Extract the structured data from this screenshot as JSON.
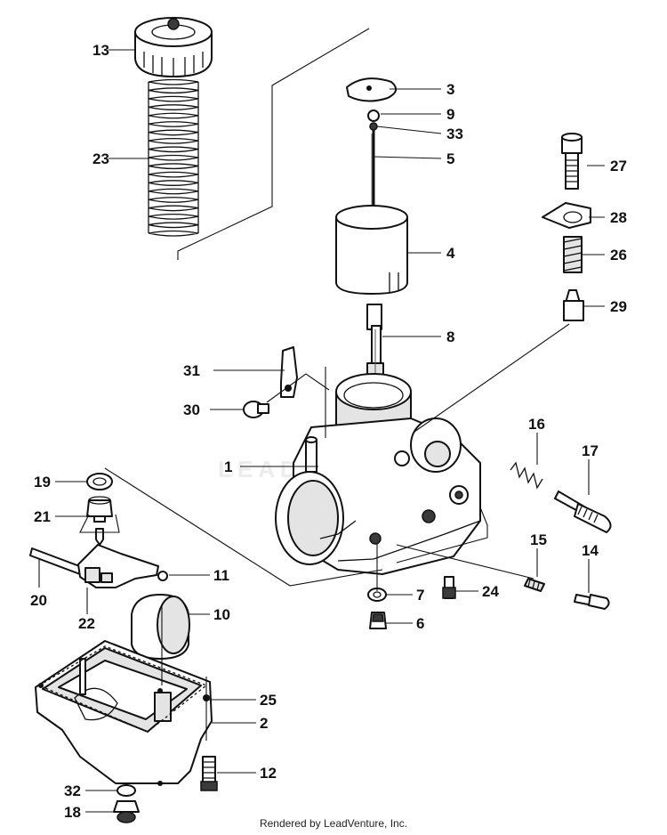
{
  "diagram": {
    "callouts": [
      "1",
      "2",
      "3",
      "4",
      "5",
      "6",
      "7",
      "8",
      "9",
      "10",
      "11",
      "12",
      "13",
      "14",
      "15",
      "16",
      "17",
      "18",
      "19",
      "20",
      "21",
      "22",
      "23",
      "24",
      "25",
      "26",
      "27",
      "28",
      "29",
      "30",
      "31",
      "32",
      "33"
    ]
  },
  "watermark": "LEADVENTURE",
  "footer": "Rendered by LeadVenture, Inc."
}
